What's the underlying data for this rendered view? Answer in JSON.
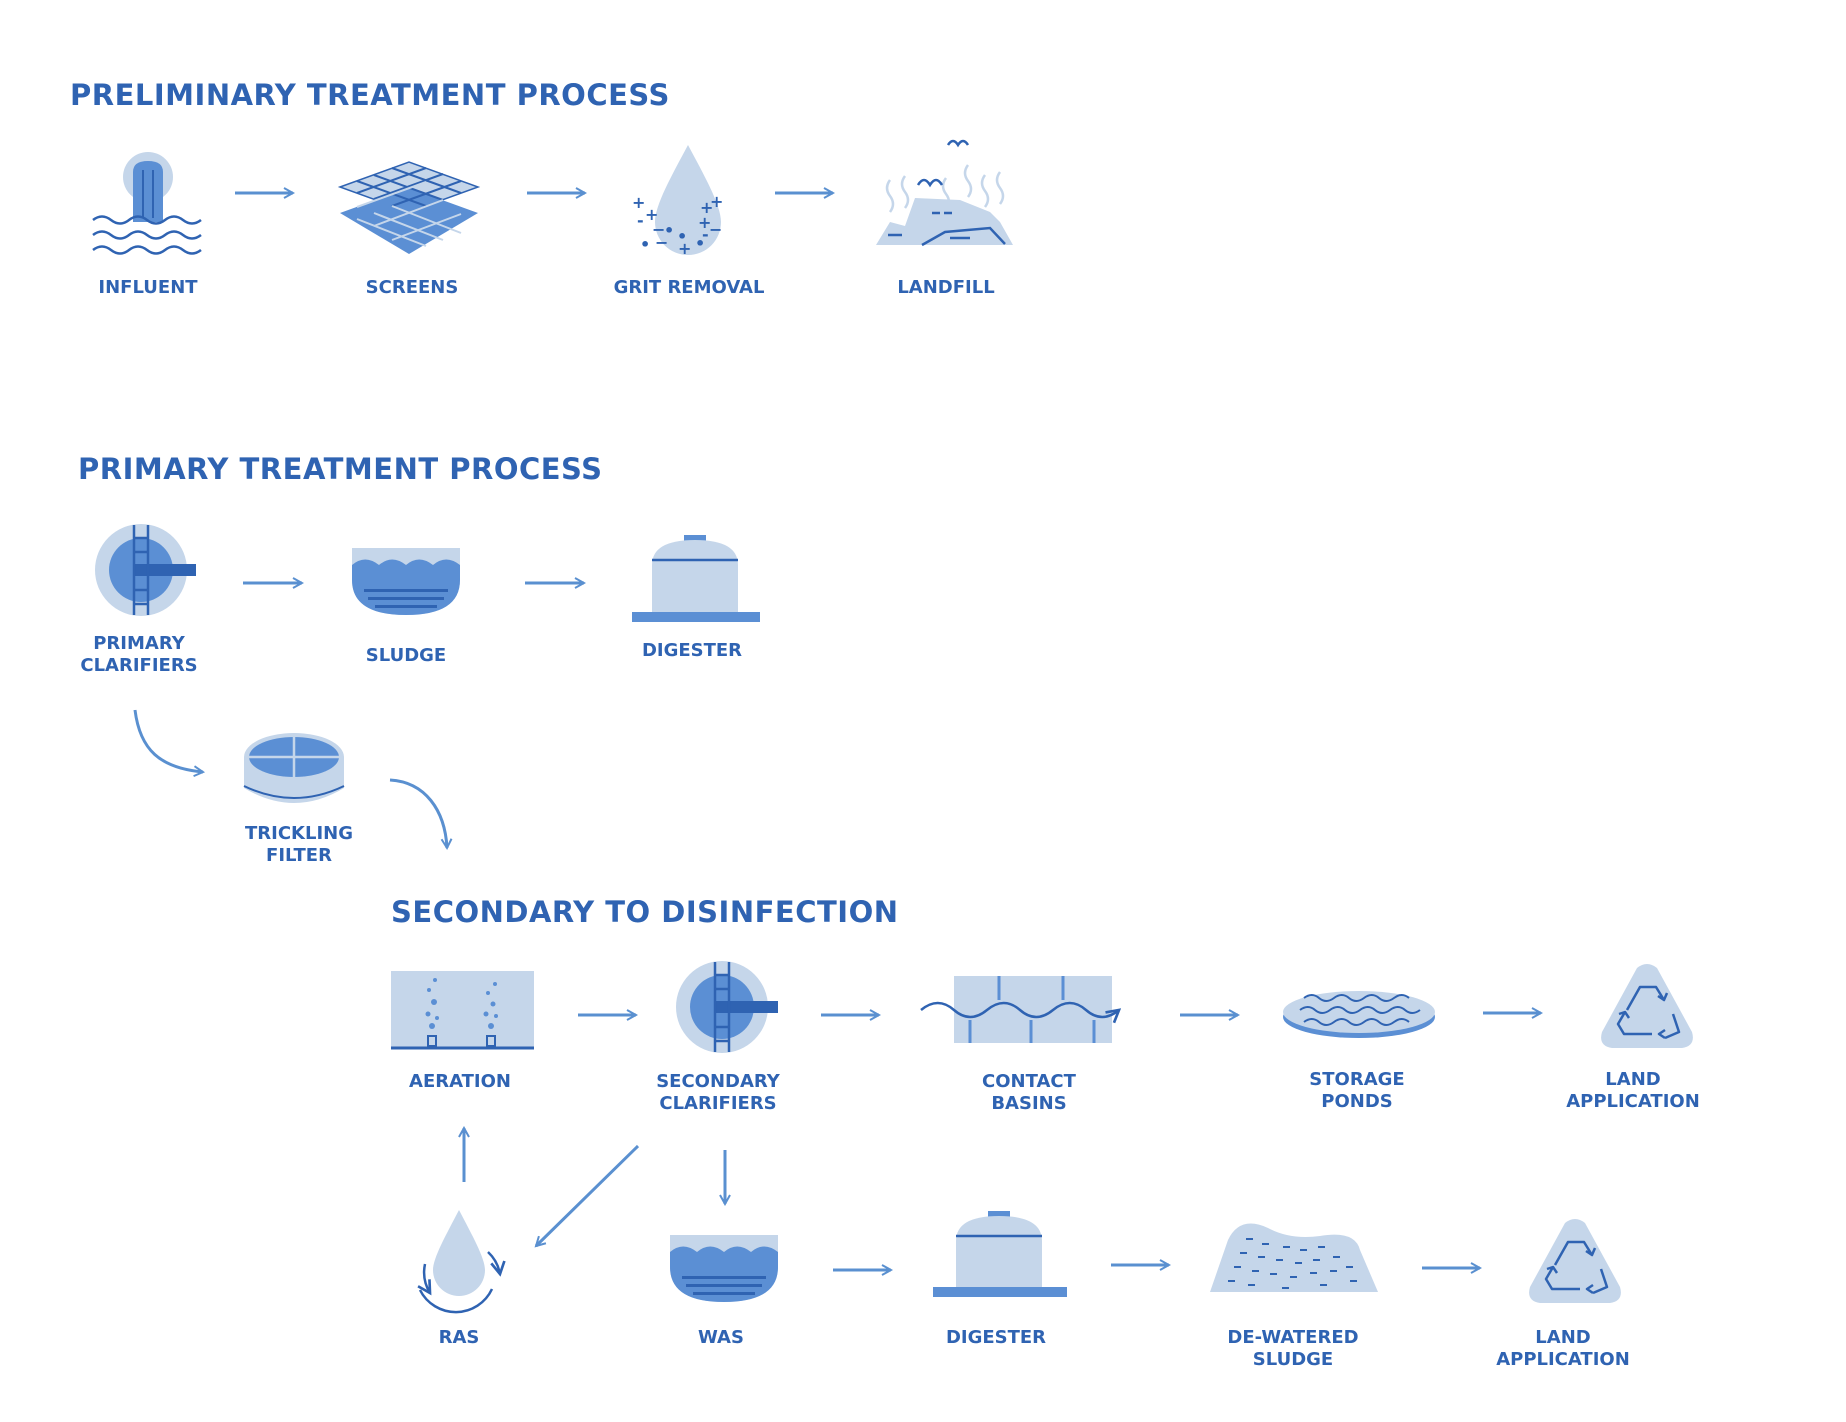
{
  "colors": {
    "dark": "#2f63b2",
    "mid": "#5b8fd4",
    "light": "#c5d6ea",
    "arrow": "#5a90d0"
  },
  "sections": {
    "preliminary": "PRELIMINARY TREATMENT PROCESS",
    "primary": "PRIMARY TREATMENT PROCESS",
    "secondary": "SECONDARY TO DISINFECTION"
  },
  "labels": {
    "influent": [
      "INFLUENT"
    ],
    "screens": [
      "SCREENS"
    ],
    "grit_removal": [
      "GRIT REMOVAL"
    ],
    "landfill": [
      "LANDFILL"
    ],
    "primary_clarifiers": [
      "PRIMARY",
      "CLARIFIERS"
    ],
    "sludge": [
      "SLUDGE"
    ],
    "digester_1": [
      "DIGESTER"
    ],
    "trickling_filter": [
      "TRICKLING",
      "FILTER"
    ],
    "aeration": [
      "AERATION"
    ],
    "secondary_clarifiers": [
      "SECONDARY",
      "CLARIFIERS"
    ],
    "contact_basins": [
      "CONTACT",
      "BASINS"
    ],
    "storage_ponds": [
      "STORAGE",
      "PONDS"
    ],
    "land_application_1": [
      "LAND",
      "APPLICATION"
    ],
    "ras": [
      "RAS"
    ],
    "was": [
      "WAS"
    ],
    "digester_2": [
      "DIGESTER"
    ],
    "dewatered_sludge": [
      "DE-WATERED",
      "SLUDGE"
    ],
    "land_application_2": [
      "LAND",
      "APPLICATION"
    ]
  },
  "icons": {
    "influent": "influent-pipe-icon",
    "screens": "screen-grid-icon",
    "grit_removal": "grit-drop-icon",
    "landfill": "landfill-icon",
    "primary_clarifiers": "clarifier-icon",
    "sludge": "sludge-basin-icon",
    "digester": "digester-tank-icon",
    "trickling_filter": "trickling-filter-icon",
    "aeration": "aeration-tank-icon",
    "contact_basins": "contact-basin-icon",
    "storage_ponds": "storage-pond-icon",
    "land_application": "recycle-icon",
    "ras": "ras-recycle-drop-icon",
    "dewatered_sludge": "dewatered-sludge-pile-icon"
  }
}
